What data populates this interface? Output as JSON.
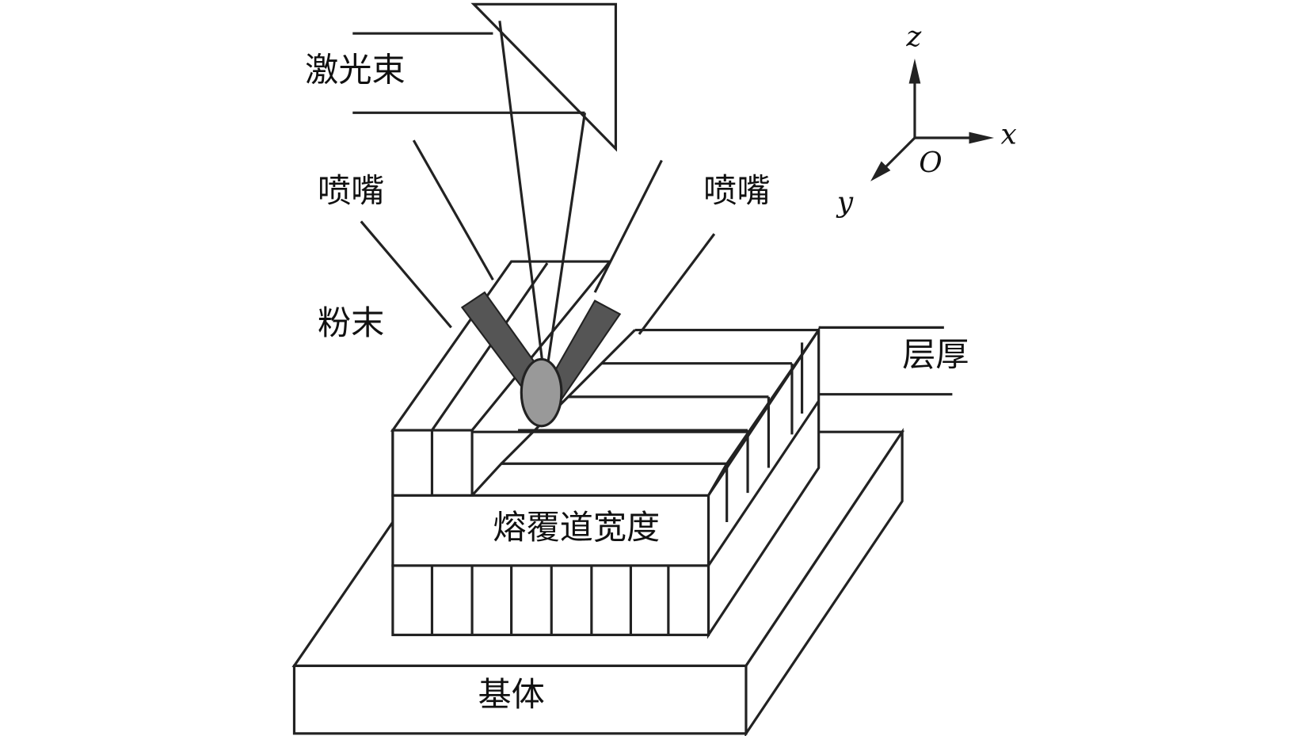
{
  "labels": {
    "laser_beam": "激光束",
    "nozzle_left": "喷嘴",
    "nozzle_right": "喷嘴",
    "powder": "粉末",
    "layer_thickness": "层厚",
    "cladding_track_width": "熔覆道宽度",
    "substrate": "基体"
  },
  "axes": {
    "z": "z",
    "x": "x",
    "y": "y",
    "origin": "O"
  },
  "colors": {
    "powder": "#555555",
    "melt_pool": "#999999",
    "line": "#222222"
  }
}
